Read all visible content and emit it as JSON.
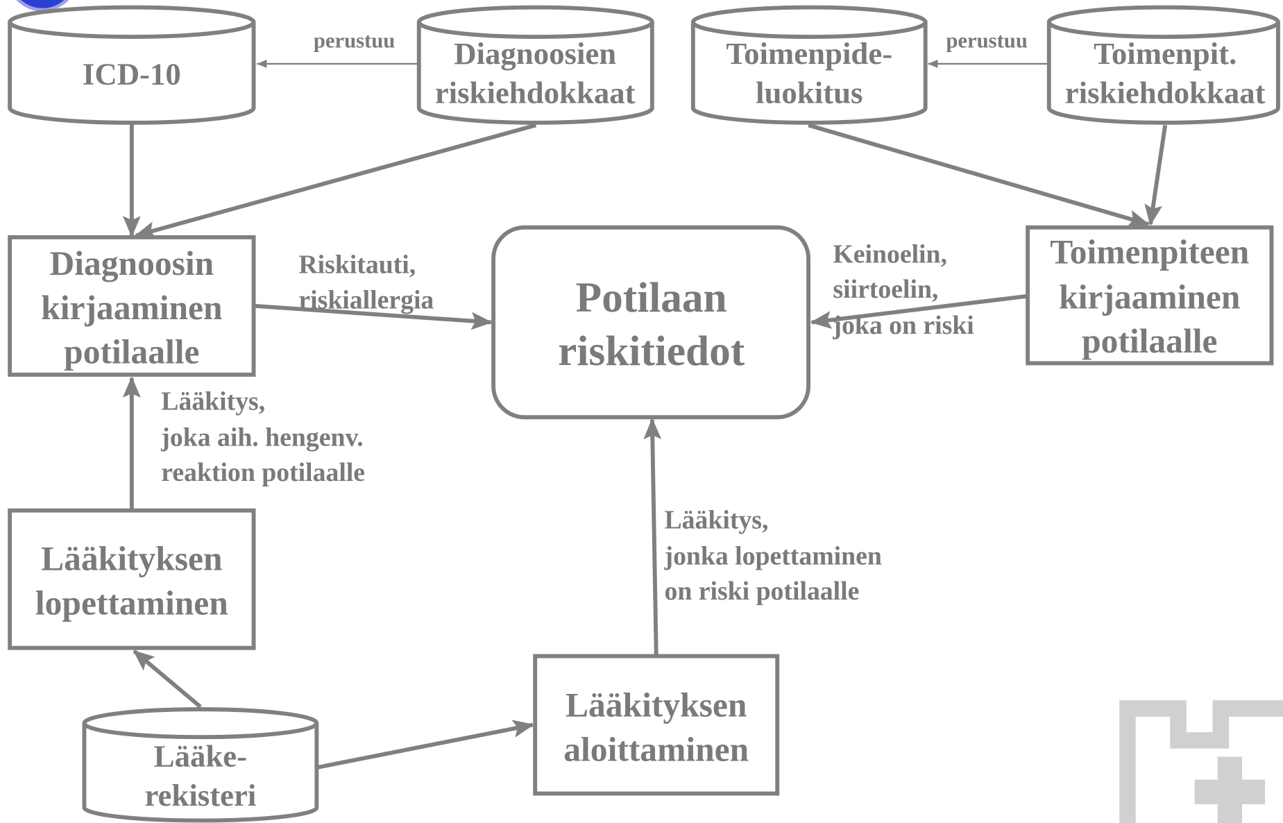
{
  "colors": {
    "stroke": "#808080",
    "text": "#7a7a7a",
    "logo": "#d0d0d0",
    "badge": "#2b3fd4"
  },
  "nodes": {
    "icd10": [
      "ICD-10"
    ],
    "diagnosis_candidates": [
      "Diagnoosien",
      "riskiehdokkaat"
    ],
    "procedure_classification": [
      "Toimenpide-",
      "luokitus"
    ],
    "procedure_candidates": [
      "Toimenpit.",
      "riskiehdokkaat"
    ],
    "diagnosis_entry": [
      "Diagnoosin",
      "kirjaaminen",
      "potilaalle"
    ],
    "patient_risk_data": [
      "Potilaan",
      "riskitiedot"
    ],
    "procedure_entry": [
      "Toimenpiteen",
      "kirjaaminen",
      "potilaalle"
    ],
    "medication_stop": [
      "Lääkityksen",
      "lopettaminen"
    ],
    "medication_start": [
      "Lääkityksen",
      "aloittaminen"
    ],
    "drug_registry": [
      "Lääke-",
      "rekisteri"
    ]
  },
  "edge_labels": {
    "diagnosis_candidates_to_icd10": [
      "perustuu"
    ],
    "procedure_candidates_to_classification": [
      "perustuu"
    ],
    "diagnosis_entry_to_patient_risk": [
      "Riskitauti,",
      "riskiallergia"
    ],
    "procedure_entry_to_patient_risk": [
      "Keinoelin,",
      "siirtoelin,",
      "joka on riski"
    ],
    "medication_stop_to_diagnosis_entry": [
      "Lääkitys,",
      "joka aih. hengenv.",
      "reaktion potilaalle"
    ],
    "medication_start_to_patient_risk": [
      "Lääkitys,",
      "jonka lopettaminen",
      "on riski potilaalle"
    ]
  }
}
